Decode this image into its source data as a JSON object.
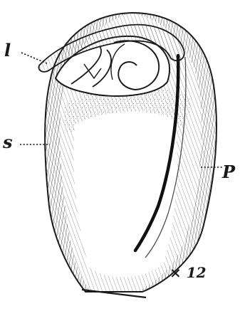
{
  "figure": {
    "labels": {
      "l": "l",
      "s": "s",
      "p": "P",
      "magnification": "× 12"
    },
    "colors": {
      "ink": "#1a1a1a",
      "paper": "#ffffff"
    }
  }
}
